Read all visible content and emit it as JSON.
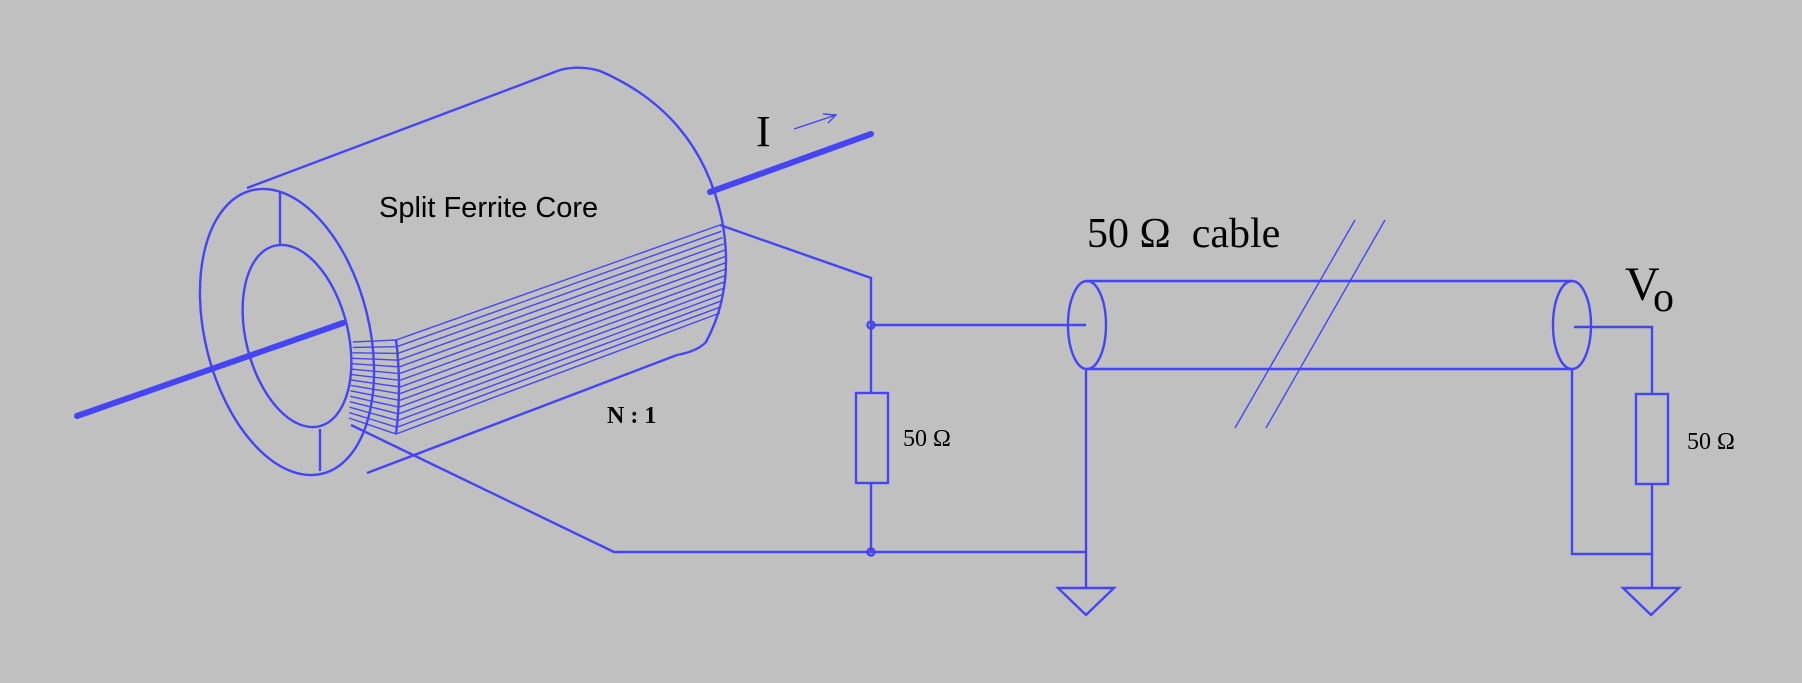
{
  "labels": {
    "core": "Split Ferrite Core",
    "current": "I",
    "ratio": "N : 1",
    "cable": "50 Ω  cable",
    "r1": "50 Ω",
    "r2": "50 Ω",
    "vout_main": "V",
    "vout_sub": "o"
  },
  "colors": {
    "wire": "#4545f5",
    "background": "#c0c0c0",
    "text": "#000000"
  },
  "winding": {
    "turns": 14
  }
}
